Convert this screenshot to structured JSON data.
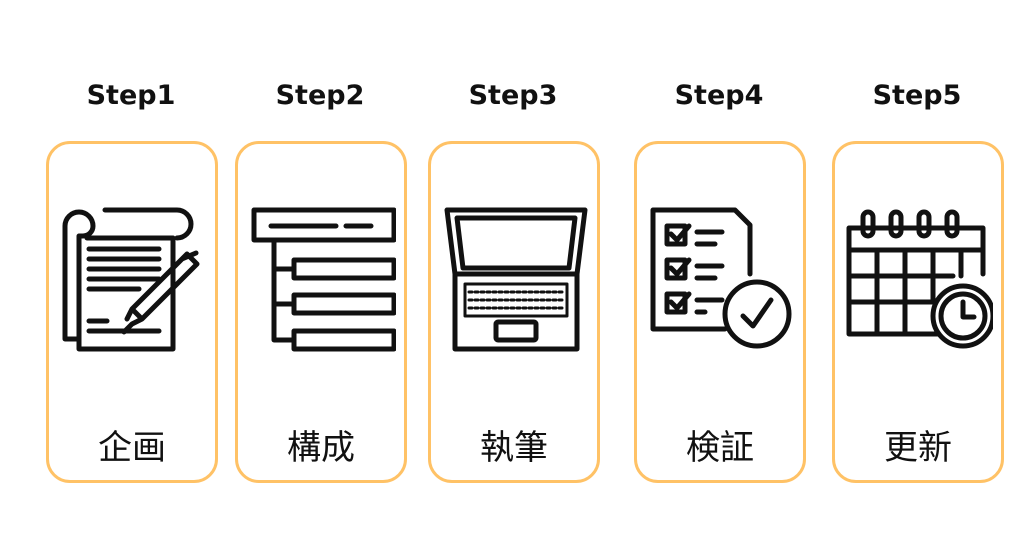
{
  "steps": [
    {
      "step": "Step1",
      "label": "企画",
      "icon": "document-pen-icon"
    },
    {
      "step": "Step2",
      "label": "構成",
      "icon": "outline-tree-icon"
    },
    {
      "step": "Step3",
      "label": "執筆",
      "icon": "laptop-icon"
    },
    {
      "step": "Step4",
      "label": "検証",
      "icon": "checklist-check-icon"
    },
    {
      "step": "Step5",
      "label": "更新",
      "icon": "calendar-clock-icon"
    }
  ],
  "colors": {
    "border": "#FFC266",
    "text": "#111111"
  }
}
